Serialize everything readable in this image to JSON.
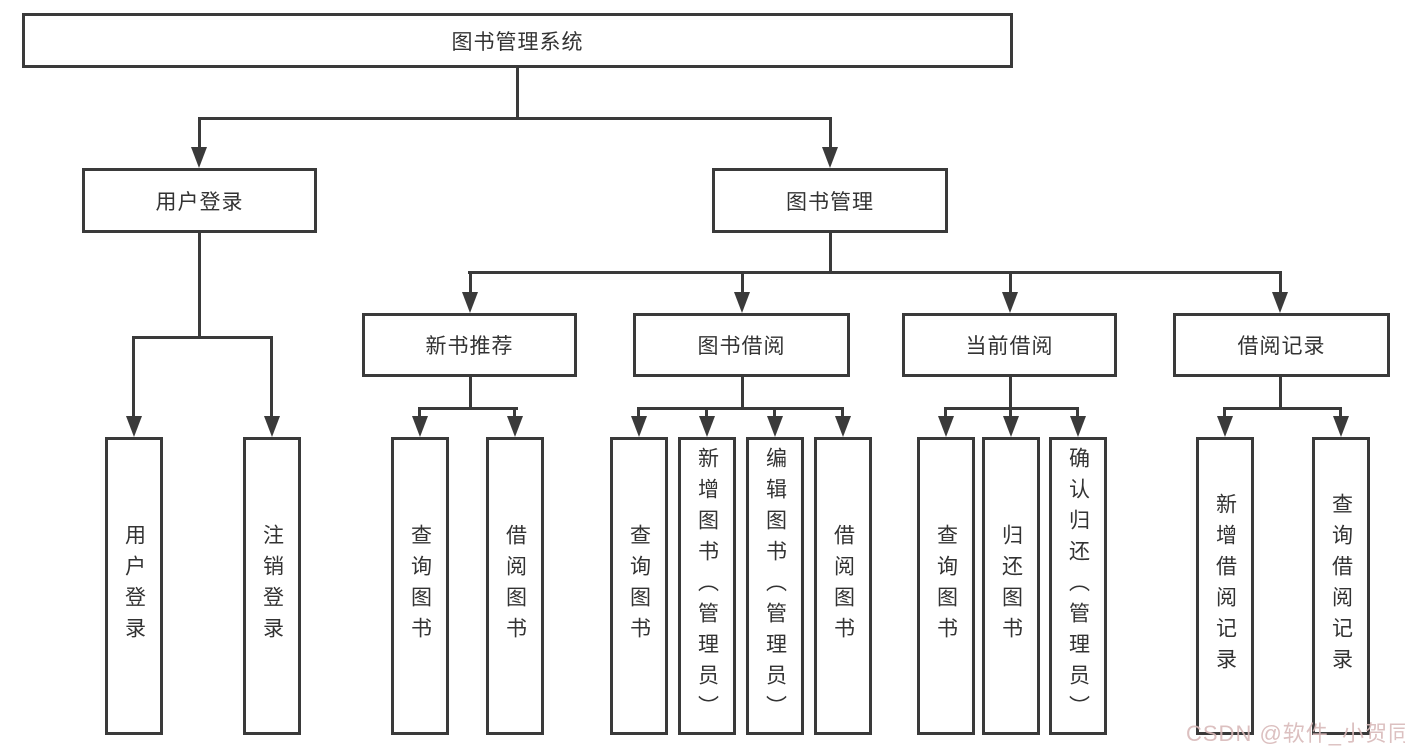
{
  "diagram": {
    "root_label": "图书管理系统",
    "level2": {
      "user_login": "用户登录",
      "book_management": "图书管理"
    },
    "level3": {
      "new_book_recommend": "新书推荐",
      "book_borrow": "图书借阅",
      "current_borrow": "当前借阅",
      "borrow_record": "借阅记录"
    },
    "leaves": {
      "user_login": "用户登录",
      "logout": "注销登录",
      "recommend_query_book": "查询图书",
      "recommend_borrow_book": "借阅图书",
      "borrow_query_book": "查询图书",
      "borrow_add_book_admin": "新增图书（管理员）",
      "borrow_edit_book_admin": "编辑图书（管理员）",
      "borrow_borrow_book": "借阅图书",
      "current_query_book": "查询图书",
      "current_return_book": "归还图书",
      "current_confirm_return_admin": "确认归还（管理员）",
      "record_add_borrow_record": "新增借阅记录",
      "record_query_borrow_record": "查询借阅记录"
    },
    "watermark": "CSDN @软件_小贺同学",
    "colors": {
      "line": "#3a3a3a",
      "box_border": "#3a3a3a",
      "text": "#333333",
      "watermark": "#d8b9b9",
      "background": "#ffffff"
    }
  }
}
